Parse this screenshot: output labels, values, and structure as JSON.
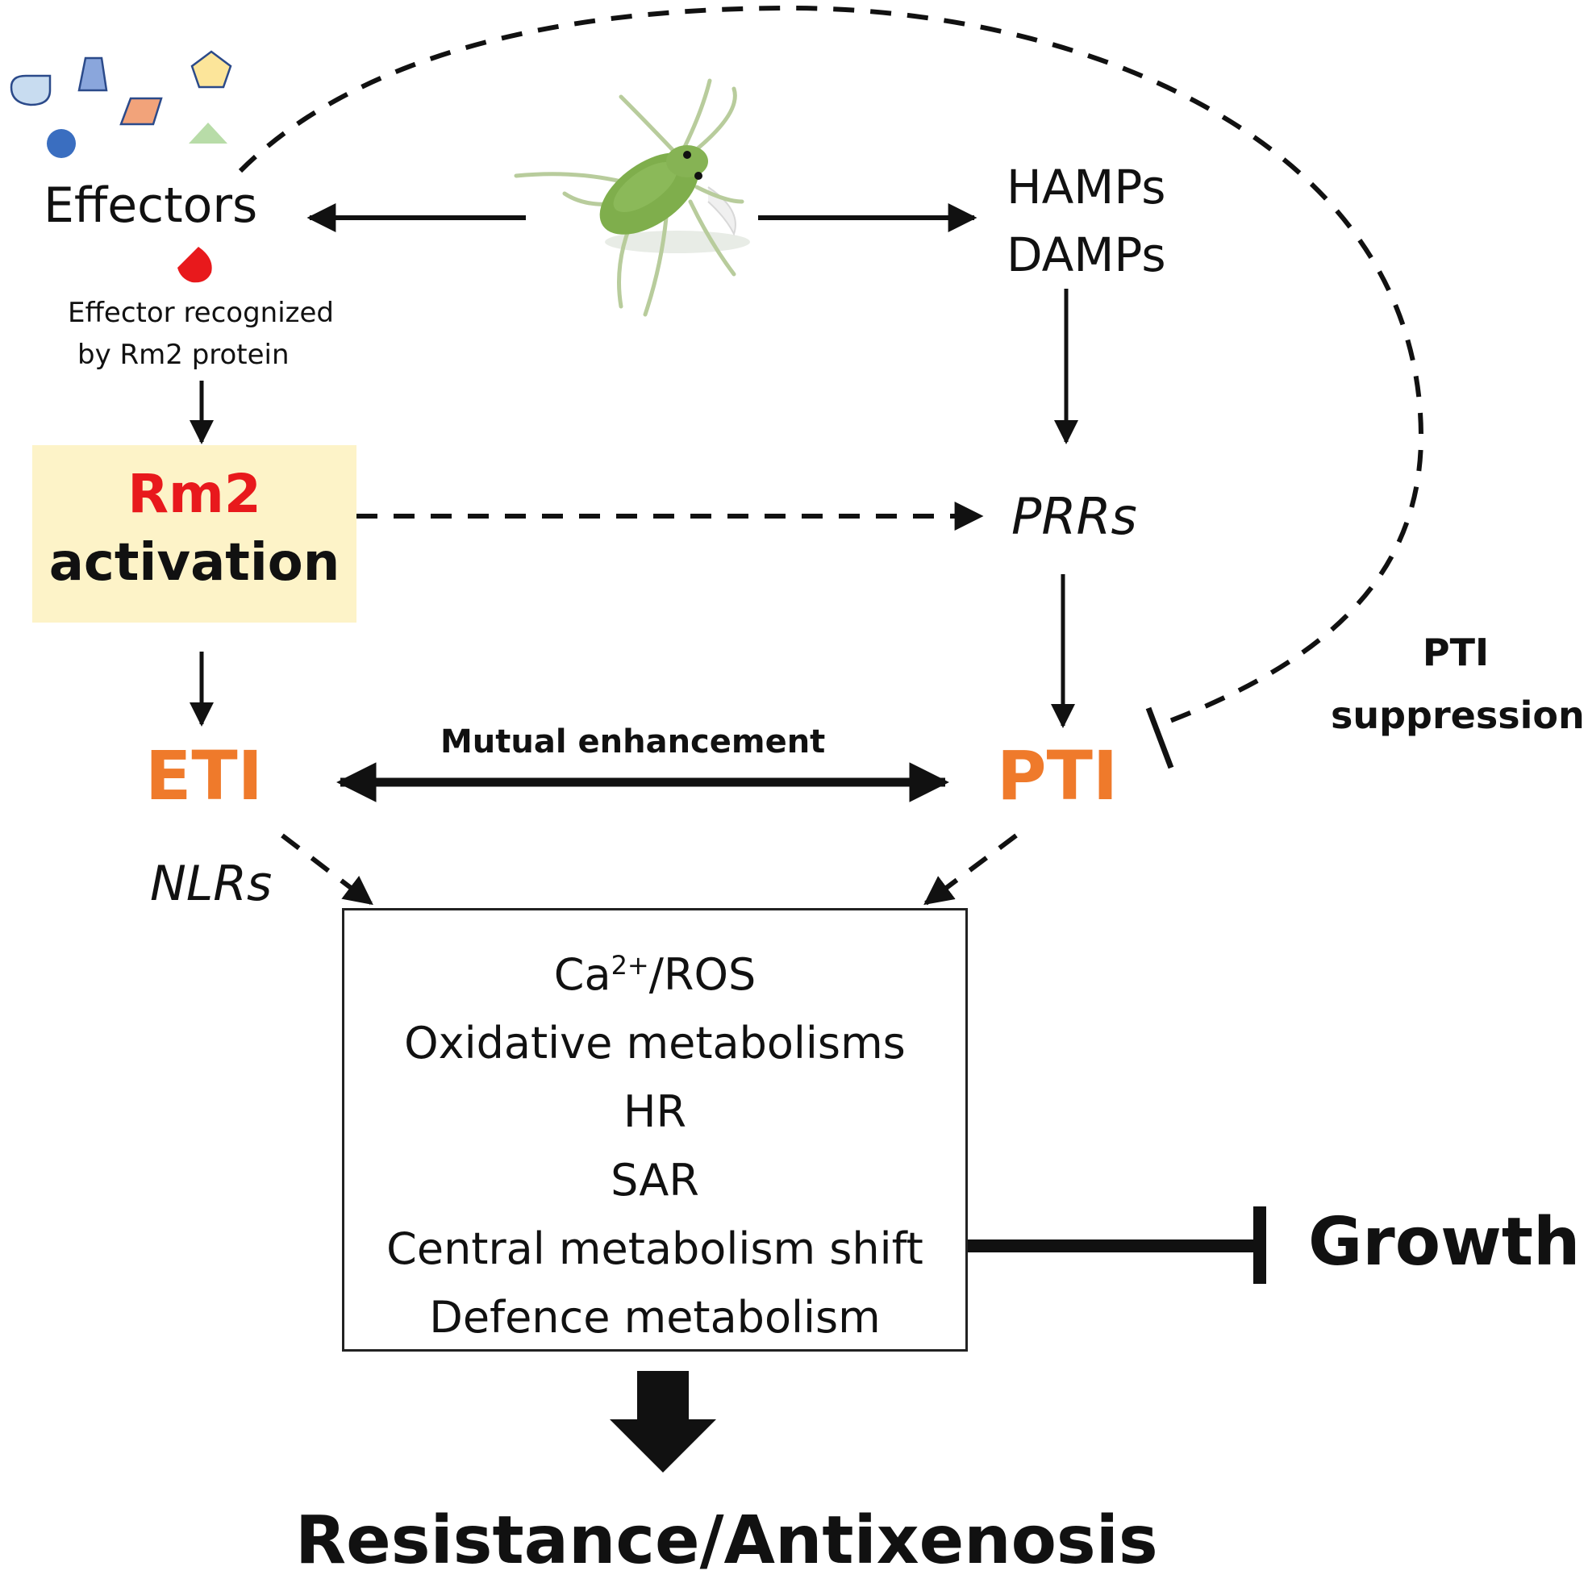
{
  "labels": {
    "effectors": "Effectors",
    "effector_recognized": [
      "Effector recognized",
      "by Rm2 protein"
    ],
    "hamps": "HAMPs",
    "damps": "DAMPs",
    "rm2": "Rm2",
    "activation": "activation",
    "prrs": "PRRs",
    "eti": "ETI",
    "pti": "PTI",
    "nlrs": "NLRs",
    "mutual_enhancement": "Mutual enhancement",
    "pti_suppression": [
      "PTI",
      "suppression"
    ],
    "ca_prefix": "Ca",
    "ca_superscript": "2+",
    "ca_suffix": "/ROS",
    "responses": [
      "Oxidative metabolisms",
      "HR",
      "SAR",
      "Central metabolism shift",
      "Defence metabolism"
    ],
    "growth": "Growth",
    "resistance": "Resistance/Antixenosis"
  },
  "colors": {
    "node_orange": "#ef7a2b",
    "rm2_red": "#e8191c",
    "rm2_box_fill": "#fdf3c8",
    "aphid_green": "#7fae4c",
    "recognized_effector_red": "#e8191c"
  },
  "icons": [
    "effector-shapes-icon",
    "aphid-icon",
    "recognized-effector-icon"
  ]
}
